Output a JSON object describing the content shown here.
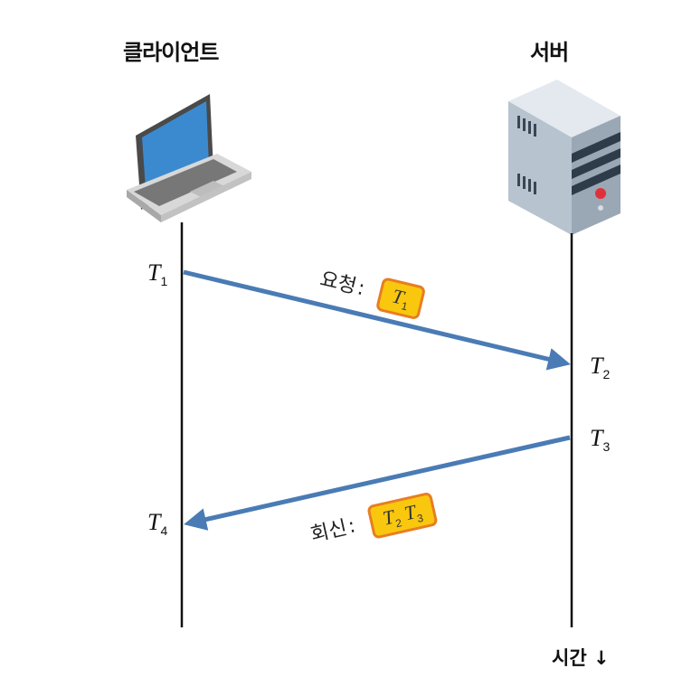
{
  "headers": {
    "client": "클라이언트",
    "server": "서버"
  },
  "times": {
    "t1": {
      "var": "T",
      "sub": "1"
    },
    "t2": {
      "var": "T",
      "sub": "2"
    },
    "t3": {
      "var": "T",
      "sub": "3"
    },
    "t4": {
      "var": "T",
      "sub": "4"
    }
  },
  "request": {
    "label": "요청",
    "colon": ":",
    "payload": [
      {
        "var": "T",
        "sub": "1"
      }
    ]
  },
  "response": {
    "label": "회신",
    "colon": ":",
    "payload": [
      {
        "var": "T",
        "sub": "2"
      },
      {
        "var": "T",
        "sub": "3"
      }
    ]
  },
  "time_axis": {
    "label": "시간",
    "arrow": "↓"
  },
  "colors": {
    "arrow": "#4a7bb5",
    "tag_fill": "#f9c80e",
    "tag_border": "#e77e22",
    "lifeline": "#111111"
  },
  "icons": {
    "client": "laptop-icon",
    "server": "server-icon"
  }
}
